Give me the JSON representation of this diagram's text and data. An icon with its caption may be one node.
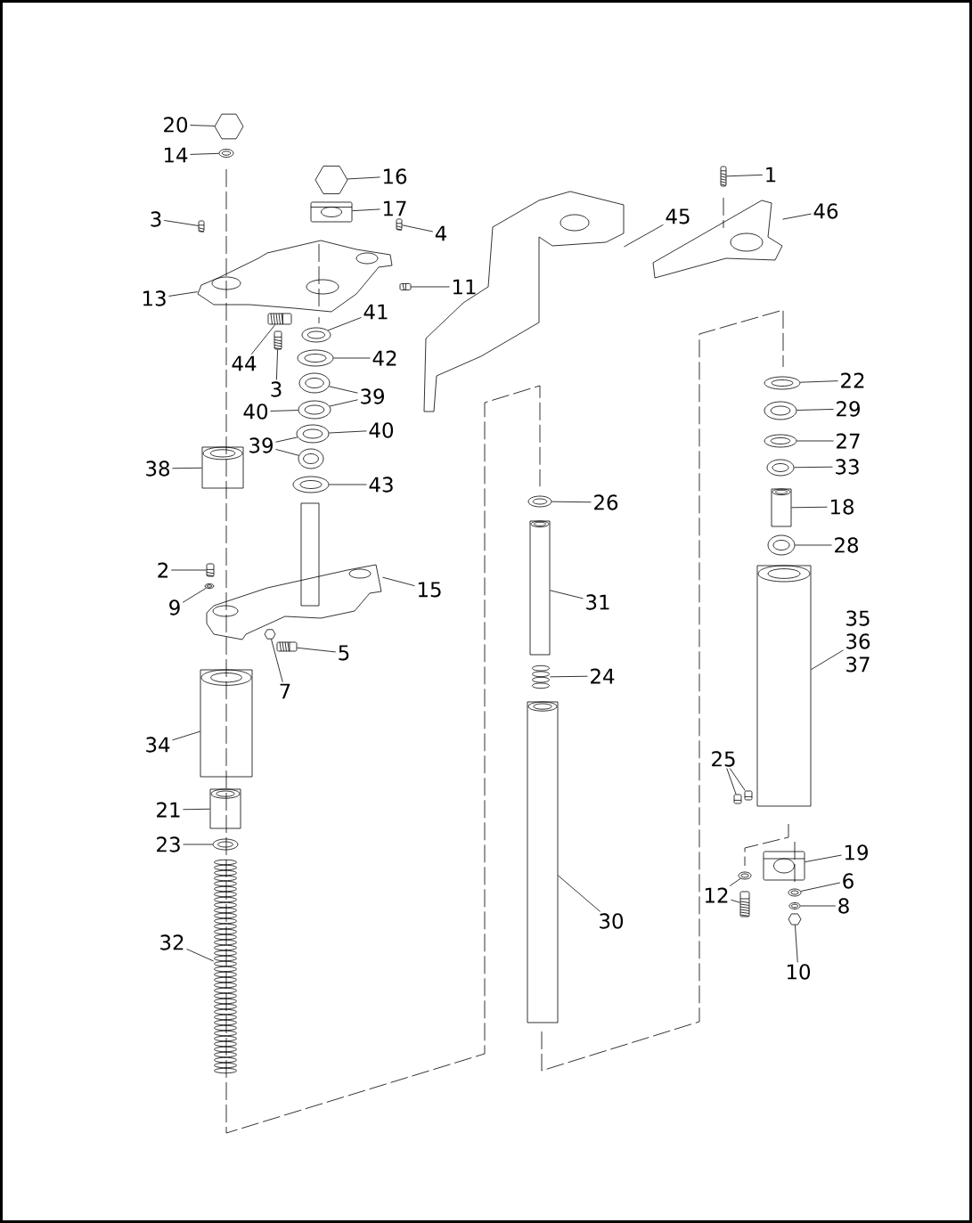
{
  "diagram": {
    "nodes": [
      {
        "text": [
          "20"
        ]
      },
      {
        "text": [],
        "shape": "picture"
      },
      {
        "text": [
          "14"
        ]
      },
      {
        "text": [],
        "shape": "picture"
      },
      {
        "text": [
          "16"
        ]
      },
      {
        "text": [],
        "shape": "picture"
      },
      {
        "text": [
          "17"
        ]
      },
      {
        "text": [],
        "shape": "picture"
      },
      {
        "text": [
          "3"
        ]
      },
      {
        "text": [],
        "shape": "picture"
      },
      {
        "text": [
          "4"
        ]
      },
      {
        "text": [],
        "shape": "picture"
      },
      {
        "text": [
          "13"
        ]
      },
      {
        "text": [],
        "shape": "picture"
      },
      {
        "text": [
          "11"
        ]
      },
      {
        "text": [],
        "shape": "picture"
      },
      {
        "text": [
          "44"
        ]
      },
      {
        "text": [],
        "shape": "picture"
      },
      {
        "text": [
          "3"
        ]
      },
      {
        "text": [],
        "shape": "picture"
      },
      {
        "text": [
          "41"
        ]
      },
      {
        "text": [],
        "shape": "picture"
      },
      {
        "text": [
          "42"
        ]
      },
      {
        "text": [],
        "shape": "picture"
      },
      {
        "text": [
          "39"
        ]
      },
      {
        "text": [],
        "shape": "picture"
      },
      {
        "text": [],
        "shape": "picture"
      },
      {
        "text": [
          "40"
        ]
      },
      {
        "text": [
          "40"
        ]
      },
      {
        "text": [],
        "shape": "picture"
      },
      {
        "text": [
          "39"
        ]
      },
      {
        "text": [],
        "shape": "picture"
      },
      {
        "text": [
          "43"
        ]
      },
      {
        "text": [],
        "shape": "picture"
      },
      {
        "text": [
          "38"
        ]
      },
      {
        "text": [],
        "shape": "picture"
      },
      {
        "text": [
          "2"
        ]
      },
      {
        "text": [],
        "shape": "picture"
      },
      {
        "text": [
          "9"
        ]
      },
      {
        "text": [],
        "shape": "picture"
      },
      {
        "text": [
          "15"
        ]
      },
      {
        "text": [],
        "shape": "picture"
      },
      {
        "text": [
          "5"
        ]
      },
      {
        "text": [],
        "shape": "picture"
      },
      {
        "text": [
          "7"
        ]
      },
      {
        "text": [],
        "shape": "picture"
      },
      {
        "text": [
          "34"
        ]
      },
      {
        "text": [],
        "shape": "picture"
      },
      {
        "text": [
          "21"
        ]
      },
      {
        "text": [],
        "shape": "picture"
      },
      {
        "text": [
          "23"
        ]
      },
      {
        "text": [],
        "shape": "picture"
      },
      {
        "text": [
          "32"
        ]
      },
      {
        "text": [],
        "shape": "picture"
      },
      {
        "text": [
          "45"
        ]
      },
      {
        "text": [],
        "shape": "picture"
      },
      {
        "text": [
          "1"
        ]
      },
      {
        "text": [],
        "shape": "picture"
      },
      {
        "text": [
          "46"
        ]
      },
      {
        "text": [],
        "shape": "picture"
      },
      {
        "text": [
          "26"
        ]
      },
      {
        "text": [],
        "shape": "picture"
      },
      {
        "text": [
          "31"
        ]
      },
      {
        "text": [],
        "shape": "picture"
      },
      {
        "text": [
          "24"
        ]
      },
      {
        "text": [],
        "shape": "picture"
      },
      {
        "text": [
          "30"
        ]
      },
      {
        "text": [],
        "shape": "picture"
      },
      {
        "text": [
          "22"
        ]
      },
      {
        "text": [],
        "shape": "picture"
      },
      {
        "text": [
          "29"
        ]
      },
      {
        "text": [],
        "shape": "picture"
      },
      {
        "text": [
          "27"
        ]
      },
      {
        "text": [],
        "shape": "picture"
      },
      {
        "text": [
          "33"
        ]
      },
      {
        "text": [],
        "shape": "picture"
      },
      {
        "text": [
          "18"
        ]
      },
      {
        "text": [],
        "shape": "picture"
      },
      {
        "text": [
          "28"
        ]
      },
      {
        "text": [],
        "shape": "picture"
      },
      {
        "text": [
          "35",
          "36",
          "37"
        ]
      },
      {
        "text": [],
        "shape": "picture"
      },
      {
        "text": [
          "25"
        ]
      },
      {
        "text": [],
        "shape": "picture"
      },
      {
        "text": [],
        "shape": "picture"
      },
      {
        "text": [
          "19"
        ]
      },
      {
        "text": [],
        "shape": "picture"
      },
      {
        "text": [
          "12"
        ]
      },
      {
        "text": [],
        "shape": "picture"
      },
      {
        "text": [],
        "shape": "picture"
      },
      {
        "text": [
          "6"
        ]
      },
      {
        "text": [],
        "shape": "picture"
      },
      {
        "text": [
          "8"
        ]
      },
      {
        "text": [],
        "shape": "picture"
      },
      {
        "text": [
          "10"
        ]
      },
      {
        "text": [],
        "shape": "picture"
      }
    ],
    "edges": [
      {
        "from": 0,
        "to": 1,
        "arrow": "none"
      },
      {
        "from": 2,
        "to": 3,
        "arrow": "none"
      },
      {
        "from": 4,
        "to": 5,
        "arrow": "none"
      },
      {
        "from": 6,
        "to": 7,
        "arrow": "none"
      },
      {
        "from": 8,
        "to": 9,
        "arrow": "none"
      },
      {
        "from": 10,
        "to": 11,
        "arrow": "none"
      },
      {
        "from": 12,
        "to": 13,
        "arrow": "none"
      },
      {
        "from": 14,
        "to": 15,
        "arrow": "none"
      },
      {
        "from": 16,
        "to": 17,
        "arrow": "none"
      },
      {
        "from": 18,
        "to": 19,
        "arrow": "none"
      },
      {
        "from": 20,
        "to": 21,
        "arrow": "none"
      },
      {
        "from": 22,
        "to": 23,
        "arrow": "none"
      },
      {
        "from": 24,
        "to": 25,
        "arrow": "none"
      },
      {
        "from": 24,
        "to": 26,
        "arrow": "none"
      },
      {
        "from": 27,
        "to": 26,
        "arrow": "none"
      },
      {
        "from": 28,
        "to": 29,
        "arrow": "none"
      },
      {
        "from": 30,
        "to": 29,
        "arrow": "none"
      },
      {
        "from": 30,
        "to": 31,
        "arrow": "none"
      },
      {
        "from": 32,
        "to": 33,
        "arrow": "none"
      },
      {
        "from": 34,
        "to": 35,
        "arrow": "none"
      },
      {
        "from": 36,
        "to": 37,
        "arrow": "none"
      },
      {
        "from": 38,
        "to": 39,
        "arrow": "none"
      },
      {
        "from": 40,
        "to": 41,
        "arrow": "none"
      },
      {
        "from": 42,
        "to": 43,
        "arrow": "none"
      },
      {
        "from": 44,
        "to": 45,
        "arrow": "none"
      },
      {
        "from": 46,
        "to": 47,
        "arrow": "none"
      },
      {
        "from": 48,
        "to": 49,
        "arrow": "none"
      },
      {
        "from": 50,
        "to": 51,
        "arrow": "none"
      },
      {
        "from": 52,
        "to": 53,
        "arrow": "none"
      },
      {
        "from": 54,
        "to": 55,
        "arrow": "none"
      },
      {
        "from": 56,
        "to": 57,
        "arrow": "none"
      },
      {
        "from": 58,
        "to": 59,
        "arrow": "none"
      },
      {
        "from": 60,
        "to": 61,
        "arrow": "none"
      },
      {
        "from": 62,
        "to": 63,
        "arrow": "none"
      },
      {
        "from": 64,
        "to": 65,
        "arrow": "none"
      },
      {
        "from": 66,
        "to": 67,
        "arrow": "none"
      },
      {
        "from": 68,
        "to": 69,
        "arrow": "none"
      },
      {
        "from": 70,
        "to": 71,
        "arrow": "none"
      },
      {
        "from": 72,
        "to": 73,
        "arrow": "none"
      },
      {
        "from": 74,
        "to": 75,
        "arrow": "none"
      },
      {
        "from": 76,
        "to": 77,
        "arrow": "none"
      },
      {
        "from": 78,
        "to": 79,
        "arrow": "none"
      },
      {
        "from": 80,
        "to": 81,
        "arrow": "none"
      },
      {
        "from": 82,
        "to": 83,
        "arrow": "none"
      },
      {
        "from": 82,
        "to": 84,
        "arrow": "none"
      },
      {
        "from": 85,
        "to": 86,
        "arrow": "none"
      },
      {
        "from": 87,
        "to": 88,
        "arrow": "none"
      },
      {
        "from": 87,
        "to": 89,
        "arrow": "none"
      },
      {
        "from": 90,
        "to": 91,
        "arrow": "none"
      },
      {
        "from": 92,
        "to": 93,
        "arrow": "none"
      },
      {
        "from": 94,
        "to": 95,
        "arrow": "none"
      }
    ]
  }
}
